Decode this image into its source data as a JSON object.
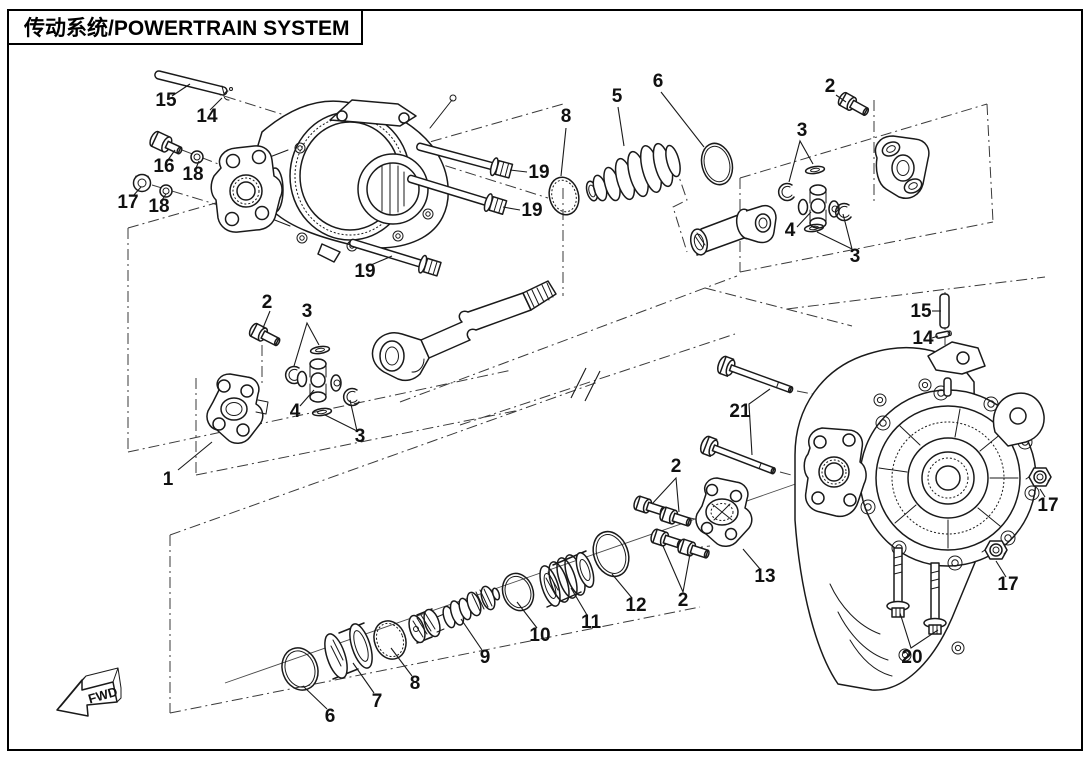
{
  "title": {
    "text": "传动系统/POWERTRAIN SYSTEM"
  },
  "fwd_marker": {
    "label": "FWD"
  },
  "colors": {
    "line": "#1a1a1a",
    "background": "#ffffff",
    "phantom": "#3a3a3a"
  },
  "callouts": [
    {
      "num": "15"
    },
    {
      "num": "14"
    },
    {
      "num": "16"
    },
    {
      "num": "18"
    },
    {
      "num": "17"
    },
    {
      "num": "18"
    },
    {
      "num": "19"
    },
    {
      "num": "19"
    },
    {
      "num": "19"
    },
    {
      "num": "8"
    },
    {
      "num": "5"
    },
    {
      "num": "6"
    },
    {
      "num": "2"
    },
    {
      "num": "3"
    },
    {
      "num": "4"
    },
    {
      "num": "3"
    },
    {
      "num": "2"
    },
    {
      "num": "3"
    },
    {
      "num": "4"
    },
    {
      "num": "3"
    },
    {
      "num": "1"
    },
    {
      "num": "15"
    },
    {
      "num": "14"
    },
    {
      "num": "21"
    },
    {
      "num": "17"
    },
    {
      "num": "17"
    },
    {
      "num": "2"
    },
    {
      "num": "2"
    },
    {
      "num": "13"
    },
    {
      "num": "12"
    },
    {
      "num": "20"
    },
    {
      "num": "6"
    },
    {
      "num": "7"
    },
    {
      "num": "8"
    },
    {
      "num": "9"
    },
    {
      "num": "10"
    },
    {
      "num": "11"
    }
  ]
}
